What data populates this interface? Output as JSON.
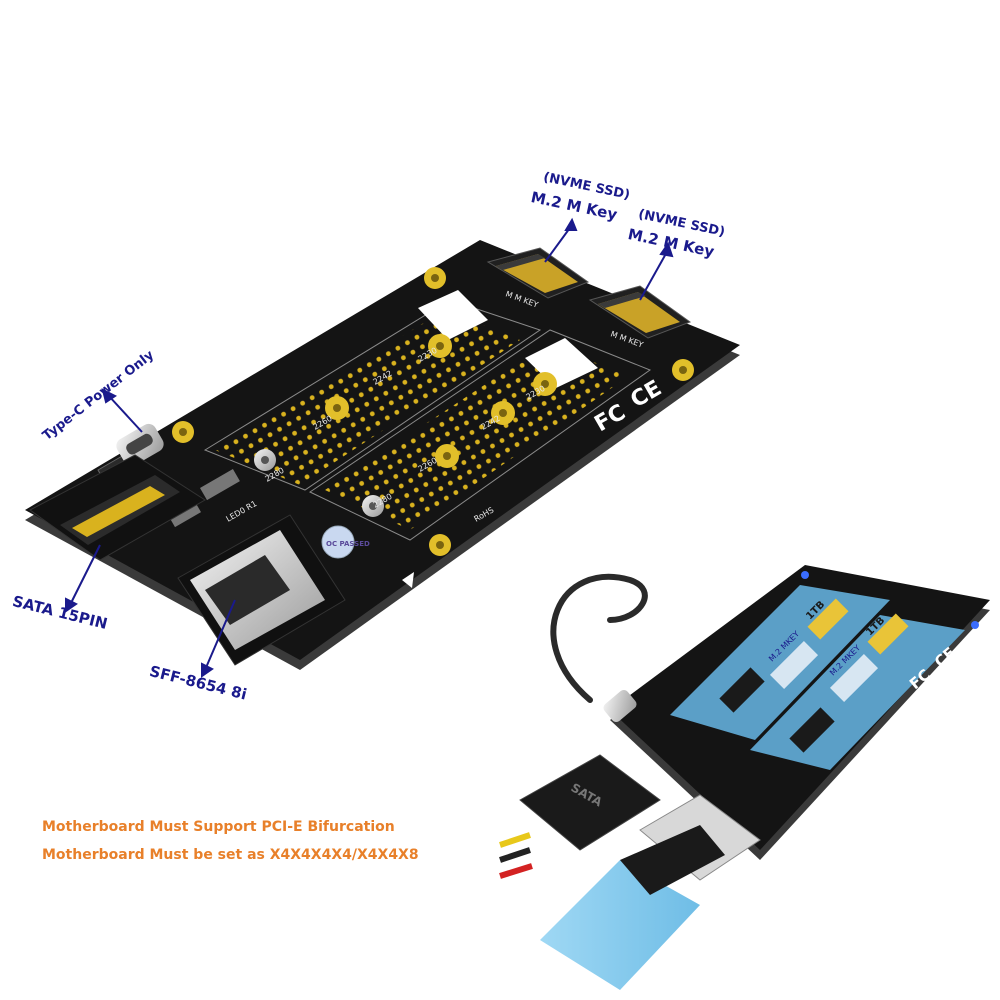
{
  "callouts": {
    "nvme_left_1": "(NVME SSD)",
    "nvme_left_2": "M.2 M Key",
    "nvme_right_1": "(NVME SSD)",
    "nvme_right_2": "M.2 M Key",
    "typec": "Type-C Power Only",
    "sata": "SATA 15PIN",
    "sff": "SFF-8654 8i"
  },
  "notes": {
    "line1": "Motherboard Must Support PCI-E Bifurcation",
    "line2": "Motherboard Must be set as X4X4X4X4/X4X4X8"
  },
  "board_labels": {
    "l2230": "2230",
    "l2242": "2242",
    "l2260": "2260",
    "l2280": "2280",
    "r2230": "2230",
    "r2242": "2242",
    "r2260": "2260",
    "r2280": "2280",
    "mkey_l": "M  M  KEY",
    "mkey_r": "M  M  KEY",
    "oc_badge": "OC PASSED",
    "led": "LED0 R1",
    "rohs": "RoHS",
    "fc": "FC",
    "ce": "CE"
  },
  "product_labels": {
    "ssd_capacity_1": "1TB",
    "ssd_capacity_2": "1TB",
    "ssd_label_1": "M.2 MKEY",
    "ssd_label_2": "M.2 MKEY",
    "sata_plug": "SATA",
    "fc": "FC",
    "ce": "CE"
  },
  "colors": {
    "pcb": "#141414",
    "pad": "#d9b21e",
    "callout_text": "#1a1a8c",
    "note_text": "#e8802a",
    "ssd_blue": "#5b9fc7",
    "cable_blue": "#8fd0f0"
  }
}
